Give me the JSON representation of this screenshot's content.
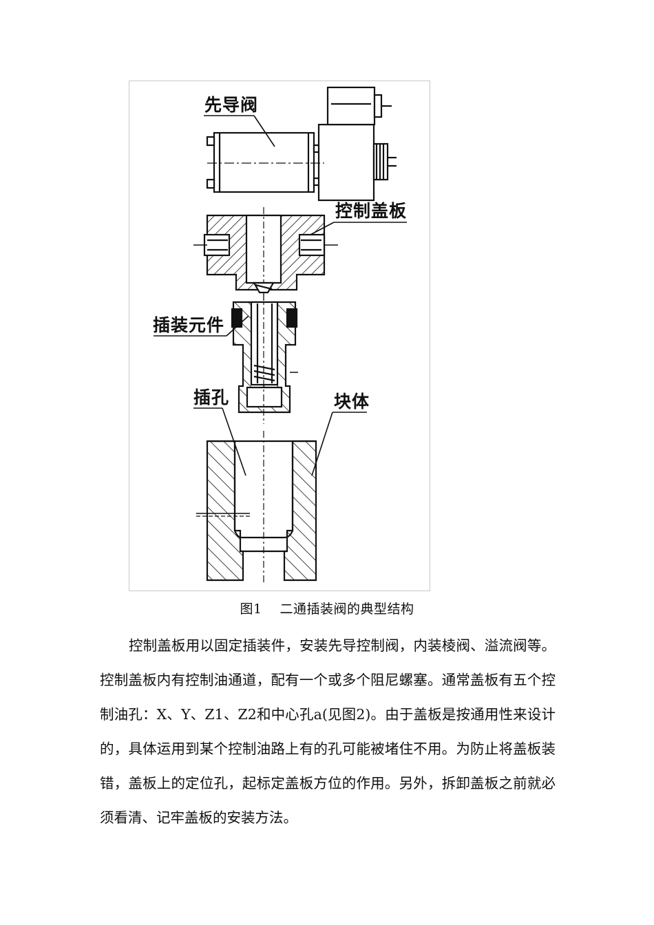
{
  "figure": {
    "labels": {
      "pilot_valve": "先导阀",
      "control_cover": "控制盖板",
      "cartridge_element": "插装元件",
      "insert_hole": "插孔",
      "block": "块体"
    },
    "caption_number": "图1",
    "caption_text": "二通插装阀的典型结构"
  },
  "paragraph": "控制盖板用以固定插装件，安装先导控制阀，内装棱阀、溢流阀等。控制盖板内有控制油通道，配有一个或多个阻尼螺塞。通常盖板有五个控制油孔：X、Y、Z1、Z2和中心孔a(见图2)。由于盖板是按通用性来设计的，具体运用到某个控制油路上有的孔可能被堵住不用。为防止将盖板装错，盖板上的定位孔，起标定盖板方位的作用。另外，拆卸盖板之前就必须看清、记牢盖板的安装方法。"
}
